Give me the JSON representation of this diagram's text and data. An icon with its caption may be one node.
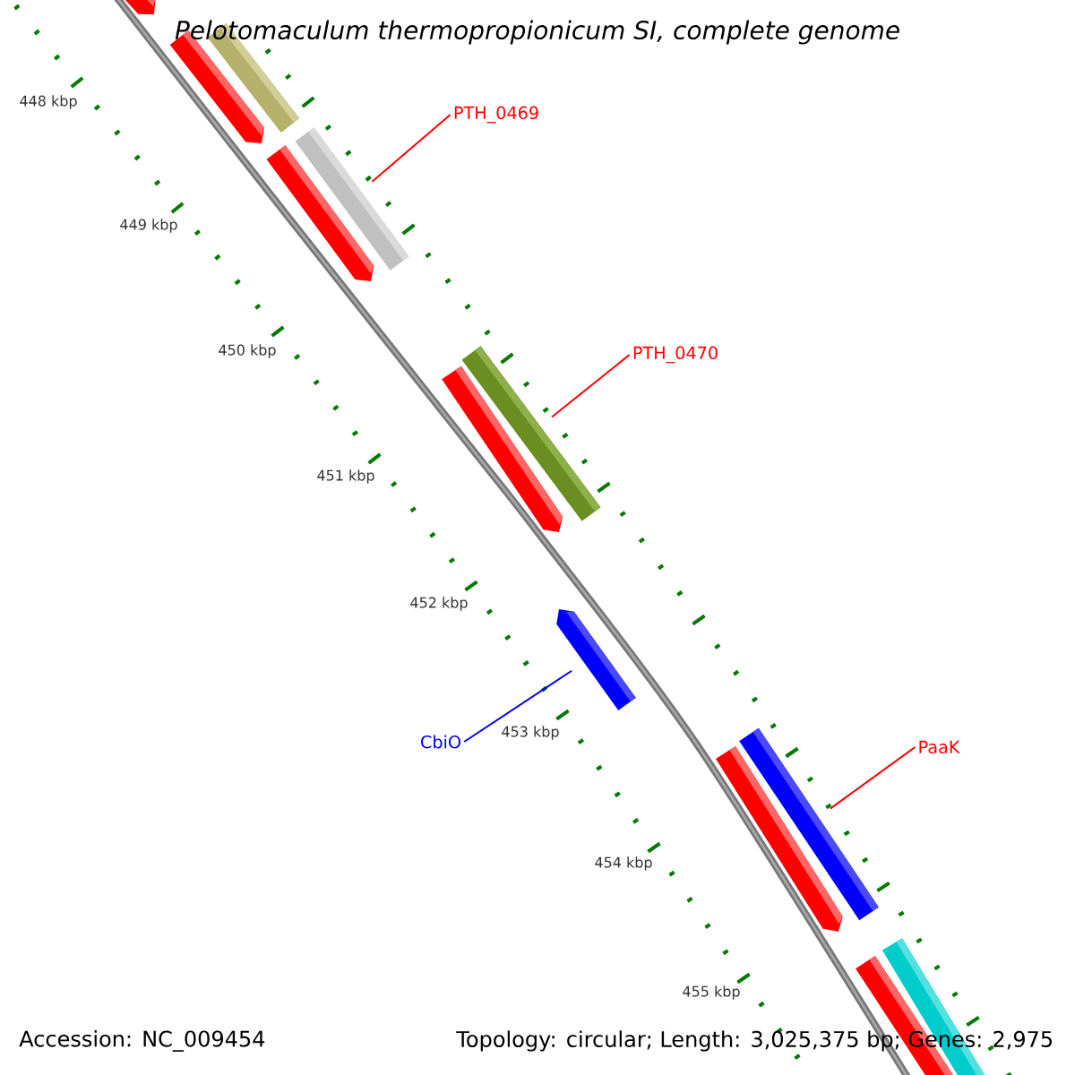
{
  "diagram": {
    "title": "Pelotomaculum thermopropionicum SI, complete genome",
    "nodes": [
      {
        "text": [],
        "shape": "bar"
      },
      {
        "text": [],
        "shape": "bar"
      },
      {
        "text": [],
        "shape": "bar"
      },
      {
        "text": [
          "PTH_0469"
        ]
      },
      {
        "text": [],
        "shape": "bar"
      },
      {
        "text": [],
        "shape": "bar"
      },
      {
        "text": [
          "PTH_0470"
        ]
      },
      {
        "text": [],
        "shape": "bar"
      },
      {
        "text": [],
        "shape": "bar"
      },
      {
        "text": [],
        "shape": "bar"
      },
      {
        "text": [
          "CbiO"
        ]
      },
      {
        "text": [
          "PaaK"
        ]
      },
      {
        "text": [],
        "shape": "bar"
      },
      {
        "text": [],
        "shape": "bar"
      },
      {
        "text": [],
        "shape": "bar"
      },
      {
        "text": [],
        "shape": "bar"
      }
    ],
    "edges": [
      {
        "from": 3,
        "to": 5,
        "arrow": "none"
      },
      {
        "from": 6,
        "to": 8,
        "arrow": "none"
      },
      {
        "from": 10,
        "to": 9,
        "arrow": "none",
        "color": "#0000ff"
      },
      {
        "from": 11,
        "to": 13,
        "arrow": "none"
      }
    ],
    "labels": [
      "448 kbp",
      "449 kbp",
      "450 kbp",
      "451 kbp",
      "452 kbp",
      "453 kbp",
      "454 kbp",
      "455 kbp",
      "Accession: NC_009454",
      "Topology: circular; Length: 3,025,375 bp; Genes: 2,975"
    ]
  }
}
